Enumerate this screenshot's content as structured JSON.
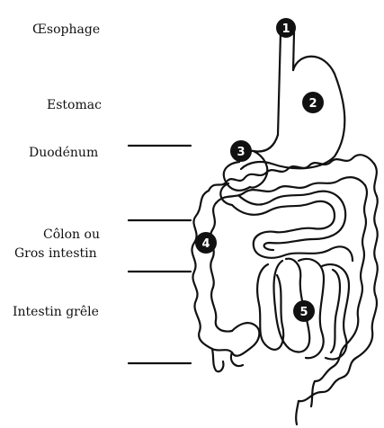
{
  "labels": {
    "oesophage": "Œsophage",
    "estomac": "Estomac",
    "duodenum": "Duodénum",
    "colon_line1": "Côlon ou",
    "colon_line2": "Gros intestin",
    "intestin_grele": "Intestin grêle"
  },
  "markers": [
    "1",
    "2",
    "3",
    "4",
    "5"
  ],
  "colors": {
    "ink": "#111111",
    "marker_fill": "#111111",
    "marker_text": "#ffffff"
  }
}
